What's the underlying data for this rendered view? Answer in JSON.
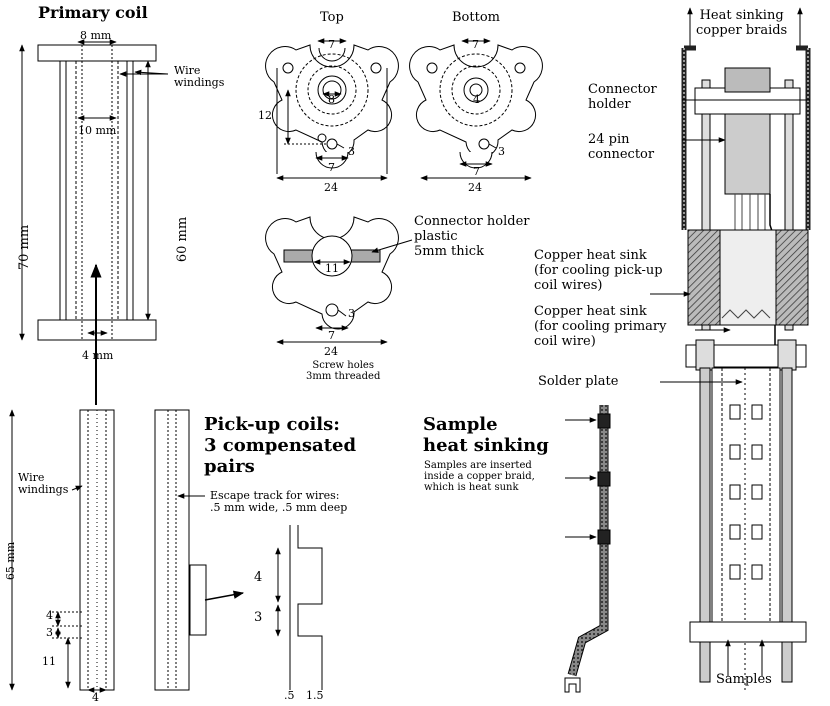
{
  "primary_coil": {
    "title": "Primary coil",
    "width_top": "8 mm",
    "wire_windings": "Wire\nwindings",
    "inner": "10 mm",
    "height_outer": "70 mm",
    "height_inner": "60 mm",
    "gap": "4 mm"
  },
  "top_view": {
    "title": "Top",
    "d1": "7",
    "d2": "8",
    "d3": "12",
    "d4": "3",
    "d5": "7",
    "d6": "24"
  },
  "bottom_view": {
    "title": "Bottom",
    "d1": "7",
    "d2": "4",
    "d3": "3",
    "d4": "7",
    "d5": "24"
  },
  "connector_plate": {
    "title": "Connector holder\nplastic\n5mm thick",
    "d1": "11",
    "d2": "3",
    "d3": "7",
    "d4": "24",
    "note": "Screw holes\n3mm threaded"
  },
  "pickup": {
    "title": "Pick-up coils:\n3 compensated\npairs",
    "height": "65 mm",
    "wire_windings": "Wire\nwindings",
    "escape": "Escape track for wires:\n.5 mm wide, .5 mm deep",
    "d4": "4",
    "d3": "3",
    "d11": "11",
    "dbottom": "4",
    "detail_4": "4",
    "detail_3": "3",
    "detail_a": ".5",
    "detail_b": "1.5"
  },
  "sample": {
    "title": "Sample\nheat sinking",
    "desc": "Samples are inserted\ninside a copper braid,\nwhich is heat sunk"
  },
  "assembly": {
    "braids": "Heat sinking\ncopper braids",
    "holder": "Connector\nholder",
    "connector": "24 pin\nconnector",
    "sink1": "Copper heat sink\n(for cooling pick-up\ncoil wires)",
    "sink2": "Copper heat sink\n(for cooling primary\ncoil wire)",
    "solder": "Solder plate",
    "samples": "Samples"
  }
}
